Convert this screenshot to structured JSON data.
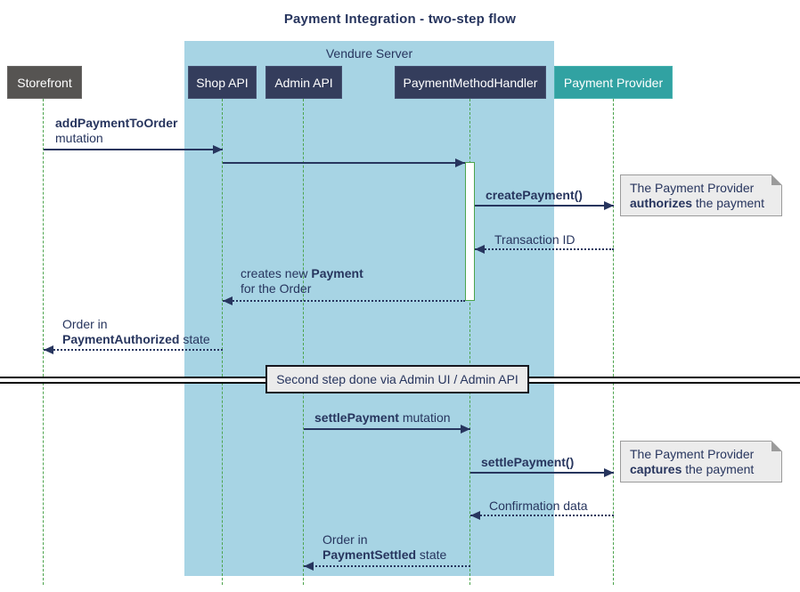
{
  "title": "Payment Integration - two-step flow",
  "container": {
    "label": "Vendure Server"
  },
  "participants": [
    {
      "id": "storefront",
      "label": "Storefront"
    },
    {
      "id": "shop-api",
      "label": "Shop API"
    },
    {
      "id": "admin-api",
      "label": "Admin API"
    },
    {
      "id": "payment-method-handler",
      "label": "PaymentMethodHandler"
    },
    {
      "id": "payment-provider",
      "label": "Payment Provider"
    }
  ],
  "messages": {
    "add_payment_bold": "addPaymentToOrder",
    "add_payment_line2": "mutation",
    "create_payment": "createPayment()",
    "transaction_id": "Transaction ID",
    "creates_new_plain": "creates new ",
    "creates_new_bold": "Payment",
    "creates_new_line2": "for the Order",
    "order_auth_line1": "Order in",
    "order_auth_bold": "PaymentAuthorized",
    "order_auth_rest": " state",
    "settle_mutation_bold": "settlePayment",
    "settle_mutation_rest": " mutation",
    "settle_call": "settlePayment()",
    "confirmation": "Confirmation data",
    "order_settled_line1": "Order in",
    "order_settled_bold": "PaymentSettled",
    "order_settled_rest": " state"
  },
  "notes": {
    "authorize_line1": "The Payment Provider",
    "authorize_bold": "authorizes",
    "authorize_rest": " the payment",
    "capture_line1": "The Payment Provider",
    "capture_bold": "captures",
    "capture_rest": " the payment"
  },
  "divider": {
    "label": "Second step done via Admin UI / Admin API"
  },
  "colors": {
    "ink": "#27355E",
    "navy_box": "#343D5C",
    "gray_box": "#565452",
    "teal_box": "#31A2A2",
    "container_bg": "#A7D4E4",
    "lifeline_green": "#4DA44D",
    "note_bg": "#ECECEC",
    "note_border": "#9B9B9B",
    "divider_bg": "#EBEBEB"
  }
}
